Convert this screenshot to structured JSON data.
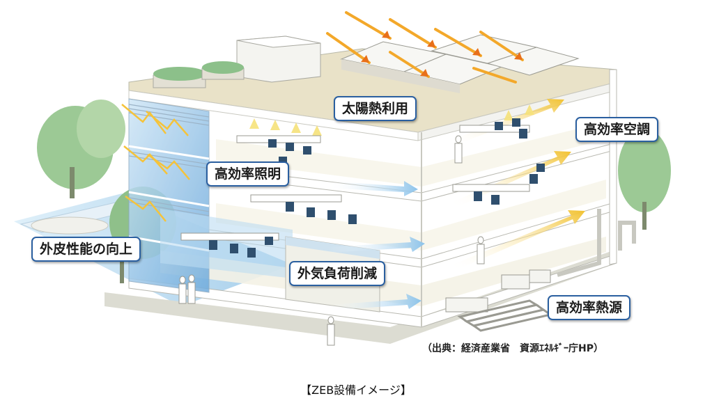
{
  "labels": {
    "solar_heat": "太陽熱利用",
    "hvac": "高効率空調",
    "lighting": "高効率照明",
    "envelope": "外皮性能の向上",
    "load_reduction": "外気負荷削減",
    "heat_source": "高効率熱源"
  },
  "source_credit": "（出典：経済産業省　資源ｴﾈﾙｷﾞｰ庁HP）",
  "caption": "【ZEB設備イメージ】",
  "colors": {
    "label_border": "#2a5fa0",
    "sun_arrow": "#f5a623",
    "air_arrow": "#f2c230",
    "glass": "#7fb7e0",
    "floor": "#ffffff",
    "roof": "#e9e2c8",
    "tree": "#8cc08a"
  }
}
